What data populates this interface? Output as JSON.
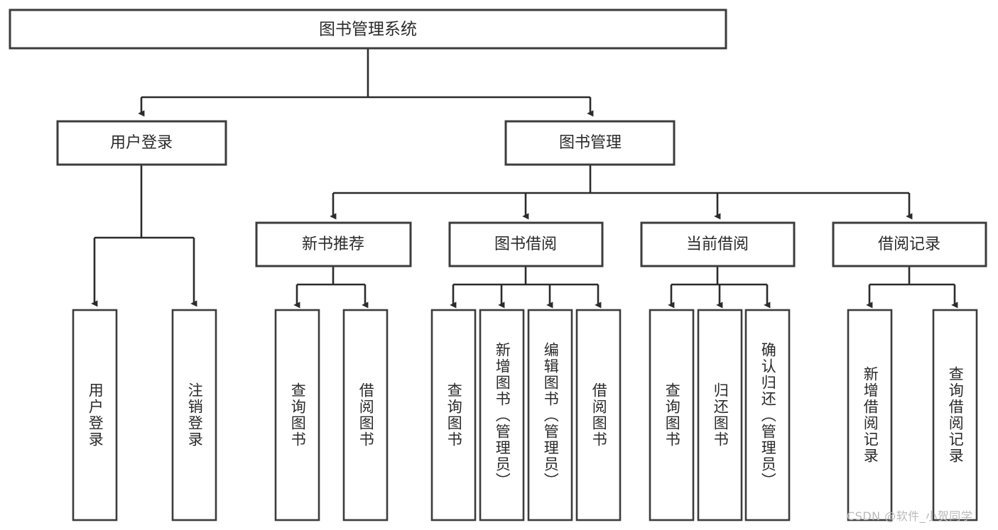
{
  "diagram": {
    "type": "tree-hierarchy",
    "title": "图书管理系统",
    "orientation": "top-down",
    "watermark": "CSDN @软件_小贺同学",
    "colors": {
      "box_stroke": "#3c3c3c",
      "connector": "#2b2b2b",
      "box_fill": "#ffffff",
      "text": "#2a2a2a",
      "watermark": "#b9b9b9",
      "background": "#ffffff"
    },
    "root": {
      "label": "图书管理系统"
    },
    "level2": [
      {
        "label": "用户登录"
      },
      {
        "label": "图书管理"
      }
    ],
    "level3": [
      {
        "label": "新书推荐"
      },
      {
        "label": "图书借阅"
      },
      {
        "label": "当前借阅"
      },
      {
        "label": "借阅记录"
      }
    ],
    "leaves": {
      "user_login": [
        {
          "label": "用户登录"
        },
        {
          "label": "注销登录"
        }
      ],
      "new_book_recommend": [
        {
          "label": "查询图书"
        },
        {
          "label": "借阅图书"
        }
      ],
      "book_borrow": [
        {
          "label": "查询图书"
        },
        {
          "label": "新增图书（管理员）"
        },
        {
          "label": "编辑图书（管理员）"
        },
        {
          "label": "借阅图书"
        }
      ],
      "current_borrow": [
        {
          "label": "查询图书"
        },
        {
          "label": "归还图书"
        },
        {
          "label": "确认归还（管理员）"
        }
      ],
      "borrow_record": [
        {
          "label": "新增借阅记录"
        },
        {
          "label": "查询借阅记录"
        }
      ]
    }
  }
}
